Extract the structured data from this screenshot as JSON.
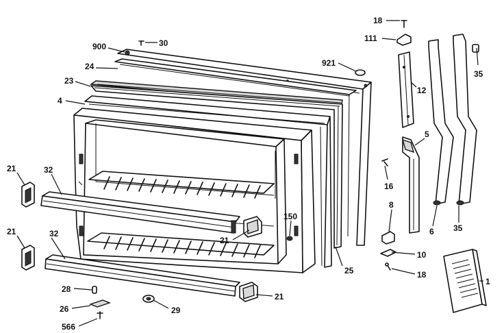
{
  "labels": {
    "l900": "900",
    "l30": "30",
    "l24": "24",
    "l23": "23",
    "l4": "4",
    "l921": "921",
    "l18a": "18",
    "l111": "111",
    "l12": "12",
    "l35a": "35",
    "l5": "5",
    "l16": "16",
    "l8": "8",
    "l6": "6",
    "l35b": "35",
    "l10": "10",
    "l18b": "18",
    "l1": "1",
    "l21a": "21",
    "l32a": "32",
    "l21b": "21",
    "l32b": "32",
    "l150": "150",
    "l21c": "21",
    "l25": "25",
    "l28": "28",
    "l26": "26",
    "l29": "29",
    "l566": "566",
    "l21d": "21"
  }
}
